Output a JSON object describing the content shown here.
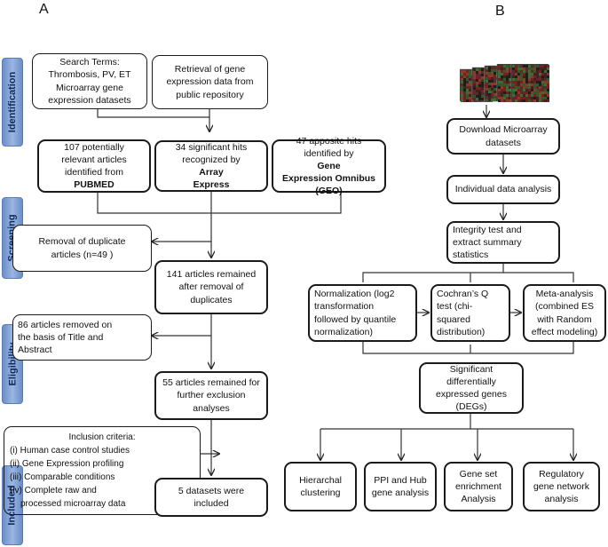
{
  "panels": {
    "a": "A",
    "b": "B"
  },
  "stages": [
    "Identification",
    "Screening",
    "Eligibility",
    "Included"
  ],
  "panel_a": {
    "search_terms": "Search Terms:\nThrombosis, PV, ET\nMicroarray gene\nexpression datasets",
    "retrieval": "Retrieval of gene\nexpression data from\npublic repository",
    "pubmed_text": "107 potentially\nrelevant articles\nidentified from",
    "pubmed_bold": "PUBMED",
    "array_text": "34 significant hits\nrecognized by",
    "array_bold": "Array\nExpress",
    "geo_text": "47 apposite hits\nidentified by",
    "geo_bold": "Gene\nExpression Omnibus\n(GEO)",
    "dup_removed": "Removal of duplicate\narticles (n=49 )",
    "remained_141": "141 articles remained\nafter removal of\nduplicates",
    "removed_86": "86 articles removed on\nthe basis of Title and\nAbstract",
    "remained_55": "55 articles remained for\nfurther exclusion\nanalyses",
    "inclusion": {
      "header": "Inclusion criteria:",
      "items": [
        "(i) Human case control studies",
        "(ii) Gene Expression profiling",
        "(iii) Comparable conditions",
        "(iv) Complete raw and",
        "processed microarray data"
      ]
    },
    "included": "5 datasets were included"
  },
  "panel_b": {
    "download": "Download Microarray\ndatasets",
    "individual": "Individual data analysis",
    "integrity": "Integrity test and\nextract summary\nstatistics",
    "normalization": "Normalization (log2\ntransformation\nfollowed by quantile\nnormalization)",
    "cochran": "Cochran’s Q\ntest (chi-\nsquared\ndistribution)",
    "meta": "Meta-analysis\n(combined ES\nwith Random\neffect modeling)",
    "degs": "Significant differentially\nexpressed genes (DEGs)",
    "hierarchal": "Hierarchal\nclustering",
    "ppi": "PPI and Hub\ngene analysis",
    "geneset": "Gene set\nenrichment\nAnalysis",
    "regulatory": "Regulatory\ngene network\nanalysis"
  }
}
